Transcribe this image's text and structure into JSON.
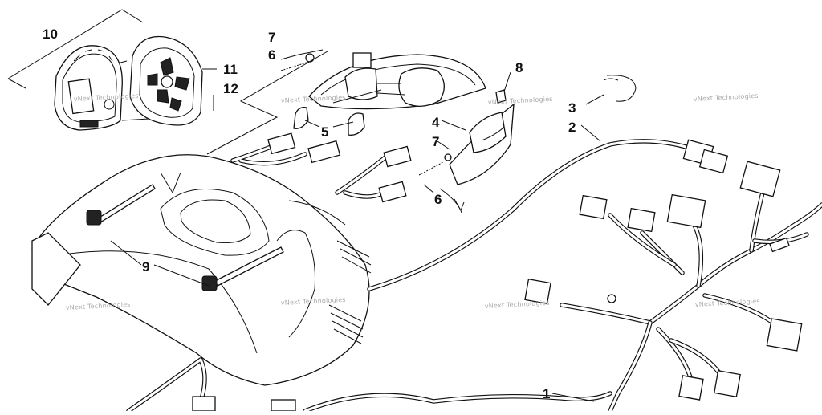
{
  "diagram": {
    "callouts": [
      {
        "id": "c10",
        "label": "10"
      },
      {
        "id": "c11",
        "label": "11"
      },
      {
        "id": "c12",
        "label": "12"
      },
      {
        "id": "c7a",
        "label": "7"
      },
      {
        "id": "c6a",
        "label": "6"
      },
      {
        "id": "c5",
        "label": "5"
      },
      {
        "id": "c8",
        "label": "8"
      },
      {
        "id": "c3",
        "label": "3"
      },
      {
        "id": "c2",
        "label": "2"
      },
      {
        "id": "c4",
        "label": "4"
      },
      {
        "id": "c7b",
        "label": "7"
      },
      {
        "id": "c6b",
        "label": "6"
      },
      {
        "id": "c9",
        "label": "9"
      },
      {
        "id": "c1",
        "label": "1"
      }
    ],
    "watermark": "vNext Technologies"
  }
}
